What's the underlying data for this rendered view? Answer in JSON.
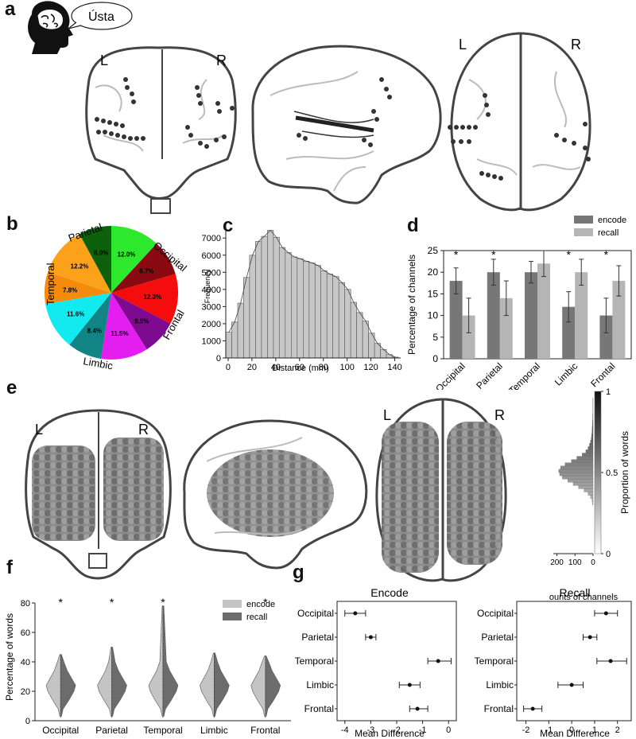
{
  "panel_labels": {
    "a": "a",
    "b": "b",
    "c": "c",
    "d": "d",
    "e": "e",
    "f": "f",
    "g": "g"
  },
  "speech_word": "Ústa",
  "side_labels": {
    "left": "L",
    "right": "R"
  },
  "colors": {
    "dark_bar": "#777777",
    "light_bar": "#b5b5b5",
    "hist_fill": "#c7c7c7"
  },
  "chart_data": [
    {
      "id": "b",
      "type": "pie",
      "slices": [
        {
          "label": "12.0%",
          "value": 12.0,
          "color": "#2ee82e"
        },
        {
          "label": "8.7%",
          "value": 8.7,
          "color": "#8b0a12"
        },
        {
          "label": "12.3%",
          "value": 12.3,
          "color": "#f50c0c"
        },
        {
          "label": "8.5%",
          "value": 8.5,
          "color": "#7d0a8f"
        },
        {
          "label": "11.5%",
          "value": 11.5,
          "color": "#e51ef0"
        },
        {
          "label": "8.4%",
          "value": 8.4,
          "color": "#118585"
        },
        {
          "label": "11.6%",
          "value": 11.6,
          "color": "#12eaf0"
        },
        {
          "label": "7.8%",
          "value": 7.8,
          "color": "#f58b0c"
        },
        {
          "label": "12.2%",
          "value": 12.2,
          "color": "#fba21a"
        },
        {
          "label": "8.0%",
          "value": 8.0,
          "color": "#0d610d"
        }
      ],
      "region_labels": [
        "Parietal",
        "Occipital",
        "Temporal",
        "Limbic",
        "Frontal"
      ]
    },
    {
      "id": "c",
      "type": "bar",
      "title": "",
      "xlabel": "Distance (mm)",
      "ylabel": "Frequency",
      "xlim": [
        -2,
        145
      ],
      "ylim": [
        0,
        7800
      ],
      "xticks": [
        0,
        20,
        40,
        60,
        80,
        100,
        120,
        140
      ],
      "yticks": [
        0,
        1000,
        2000,
        3000,
        4000,
        5000,
        6000,
        7000
      ],
      "bin_width": 5,
      "bin_starts": [
        -2,
        3,
        8,
        13,
        18,
        23,
        28,
        33,
        38,
        43,
        48,
        53,
        58,
        63,
        68,
        73,
        78,
        83,
        88,
        93,
        98,
        103,
        108,
        113,
        118,
        123,
        128,
        133,
        138
      ],
      "values": [
        1500,
        2100,
        3200,
        4700,
        6000,
        6800,
        7100,
        7450,
        7050,
        6450,
        6150,
        5900,
        5800,
        5650,
        5550,
        5400,
        5100,
        4900,
        4750,
        4400,
        4000,
        3250,
        2650,
        2150,
        1450,
        850,
        500,
        200,
        50
      ]
    },
    {
      "id": "d",
      "type": "bar",
      "categories": [
        "Occipital",
        "Parietal",
        "Temporal",
        "Limbic",
        "Frontal"
      ],
      "ylabel": "Percentage of channels",
      "ylim": [
        0,
        25
      ],
      "yticks": [
        0,
        5,
        10,
        15,
        20,
        25
      ],
      "series": [
        {
          "name": "encode",
          "values": [
            18,
            20,
            20,
            12,
            10
          ],
          "errors": [
            3,
            3,
            2.5,
            3.5,
            4
          ]
        },
        {
          "name": "recall",
          "values": [
            10,
            14,
            22,
            20,
            18
          ],
          "errors": [
            4,
            4,
            3,
            3,
            3.5
          ]
        }
      ],
      "significance": [
        "*",
        "*",
        "",
        "*",
        "*"
      ]
    },
    {
      "id": "e",
      "type": "bar",
      "xlabel": "Counts of channels",
      "ylabel": "Proportion of words",
      "xticks": [
        200,
        100,
        0
      ],
      "yticks": [
        0,
        0.5,
        1
      ],
      "tick_labels": {
        "y0": "0",
        "y05": "0.5",
        "y1": "1"
      },
      "bins": [
        0.3,
        0.32,
        0.34,
        0.36,
        0.38,
        0.4,
        0.42,
        0.44,
        0.46,
        0.48,
        0.5,
        0.52,
        0.54,
        0.56,
        0.58,
        0.6,
        0.62,
        0.64,
        0.66,
        0.68,
        0.7,
        0.72,
        0.74,
        0.76,
        0.78,
        0.8,
        0.82,
        0.84,
        0.86,
        0.88,
        0.9,
        0.92,
        0.94,
        0.96,
        0.98
      ],
      "values": [
        3,
        6,
        14,
        28,
        50,
        80,
        110,
        140,
        170,
        185,
        190,
        180,
        155,
        120,
        90,
        60,
        40,
        28,
        20,
        14,
        10,
        8,
        6,
        5,
        4,
        3,
        2,
        2,
        1,
        1,
        1,
        1,
        1,
        0,
        0
      ]
    },
    {
      "id": "f",
      "type": "violin",
      "categories": [
        "Occipital",
        "Parietal",
        "Temporal",
        "Limbic",
        "Frontal"
      ],
      "ylabel": "Percentage of words",
      "ylim": [
        0,
        80
      ],
      "yticks": [
        0,
        20,
        40,
        60,
        80
      ],
      "series": [
        {
          "name": "encode",
          "color": "#c4c4c4"
        },
        {
          "name": "recall",
          "color": "#6c6c6c"
        }
      ],
      "significance": [
        "*",
        "*",
        "*",
        "",
        "*"
      ]
    },
    {
      "id": "g-encode",
      "type": "scatter",
      "title": "Encode",
      "xlabel": "Mean Difference",
      "xlim": [
        -4.3,
        0.3
      ],
      "xticks": [
        -4,
        -3,
        -2,
        -1,
        0
      ],
      "categories": [
        "Occipital",
        "Parietal",
        "Temporal",
        "Limbic",
        "Frontal"
      ],
      "values": [
        -3.6,
        -3.0,
        -0.4,
        -1.5,
        -1.2
      ],
      "ci": [
        [
          -4.0,
          -3.2
        ],
        [
          -3.2,
          -2.8
        ],
        [
          -0.8,
          0.1
        ],
        [
          -1.9,
          -1.1
        ],
        [
          -1.5,
          -0.8
        ]
      ]
    },
    {
      "id": "g-recall",
      "type": "scatter",
      "title": "Recall",
      "xlabel": "Mean Difference",
      "xlim": [
        -2.4,
        2.6
      ],
      "xticks": [
        -2,
        -1,
        0,
        1,
        2
      ],
      "categories": [
        "Occipital",
        "Parietal",
        "Temporal",
        "Limbic",
        "Frontal"
      ],
      "values": [
        1.5,
        0.8,
        1.7,
        0.0,
        -1.7
      ],
      "ci": [
        [
          1.0,
          2.0
        ],
        [
          0.5,
          1.1
        ],
        [
          1.1,
          2.4
        ],
        [
          -0.6,
          0.5
        ],
        [
          -2.1,
          -1.3
        ]
      ]
    }
  ]
}
